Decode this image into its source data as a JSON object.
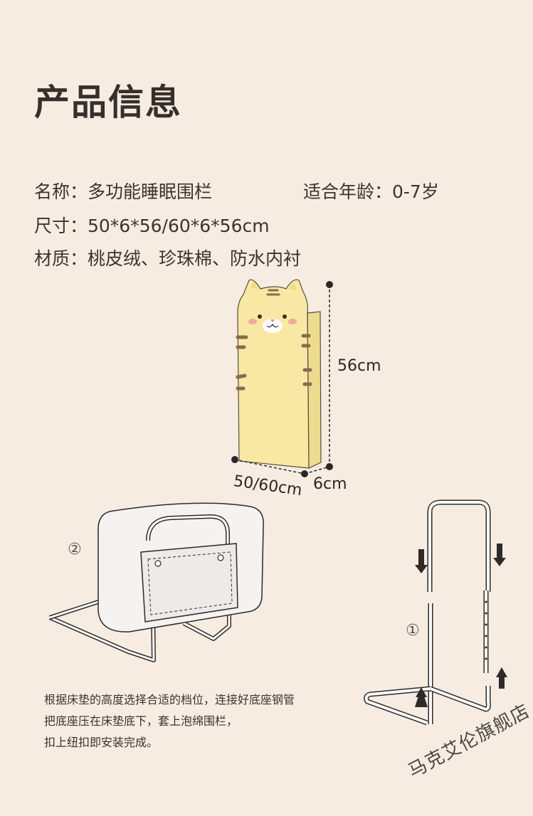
{
  "page": {
    "title": "产品信息"
  },
  "specs": {
    "name": "名称：多功能睡眠围栏",
    "age": "适合年龄：0-7岁",
    "size": "尺寸：50*6*56/60*6*56cm",
    "material": "材质：桃皮绒、珍珠棉、防水内衬"
  },
  "dimensions": {
    "height": "56cm",
    "width": "50/60cm",
    "depth": "6cm"
  },
  "steps": {
    "step2": "②",
    "step1": "①"
  },
  "instructions": [
    "根据床垫的高度选择合适的档位，连接好底座钢管",
    "把底座压在床垫底下，套上泡绵围栏，",
    "扣上纽扣即安装完成。"
  ],
  "watermark": "马克艾伦旗舰店",
  "colors": {
    "background": "#f6ece1",
    "cat_body": "#f8e8a4",
    "stripe": "#8a6a4e",
    "text": "#3c3330"
  }
}
